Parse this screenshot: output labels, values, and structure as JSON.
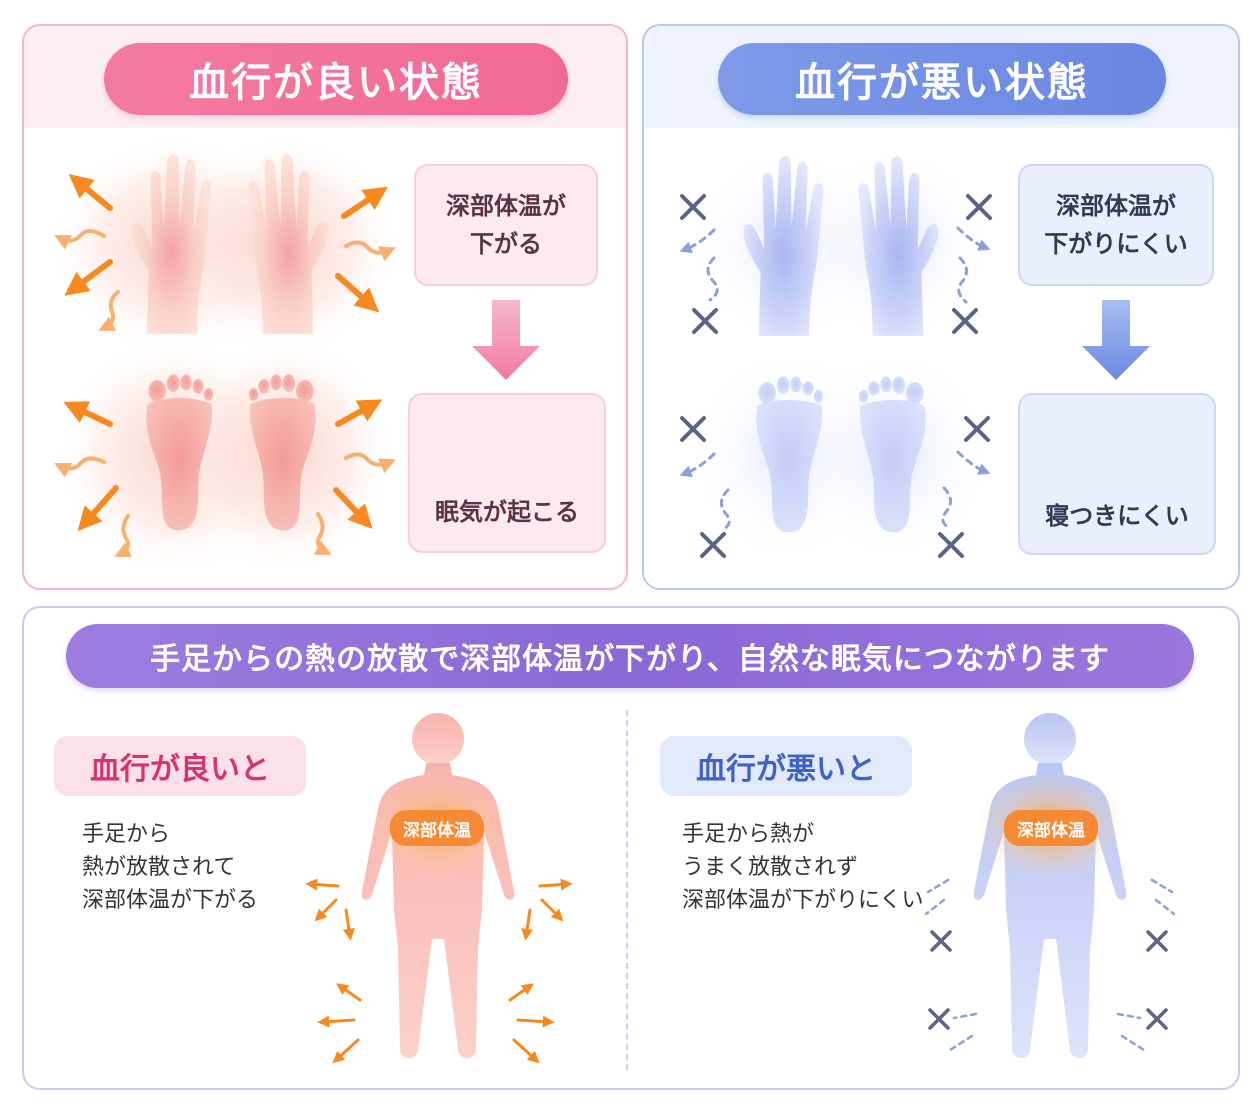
{
  "good": {
    "title": "血行が良い状態",
    "box1": [
      "深部体温が",
      "下がる"
    ],
    "box2_label": "眠気が起こる",
    "moon_icon": "moon-sparkle-icon",
    "accent": "#f26a93",
    "arrow_color": "#f7891f"
  },
  "bad": {
    "title": "血行が悪い状態",
    "box1": [
      "深部体温が",
      "下がりにくい"
    ],
    "box2_label": "寝つきにくい",
    "moon_icon": "moon-tangled-icon",
    "accent": "#6a86e2",
    "cross_color": "#5a6486"
  },
  "banner": "手足からの熱の放散で深部体温が下がり、自然な眠気につながります",
  "bottom": {
    "good": {
      "heading": "血行が良いと",
      "lines": [
        "手足から",
        "熱が放散されて",
        "深部体温が下がる"
      ],
      "tag": "深部体温"
    },
    "bad": {
      "heading": "血行が悪いと",
      "lines": [
        "手足から熱が",
        "うまく放散されず",
        "深部体温が下がりにくい"
      ],
      "tag": "深部体温"
    }
  }
}
